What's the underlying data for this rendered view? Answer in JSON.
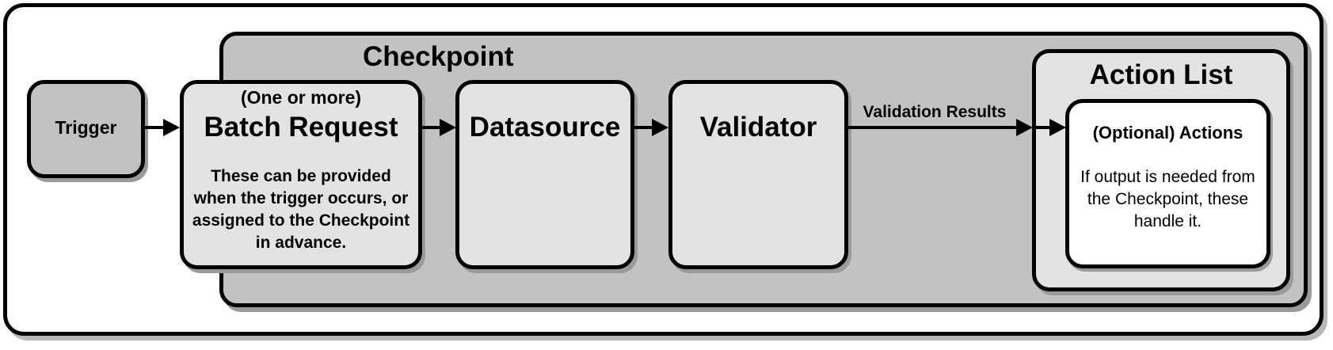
{
  "trigger": {
    "label": "Trigger"
  },
  "checkpoint": {
    "title": "Checkpoint"
  },
  "batch_request": {
    "qualifier": "(One or more)",
    "title": "Batch Request",
    "description": "These can be provided when the trigger occurs, or assigned to the Checkpoint in advance."
  },
  "datasource": {
    "title": "Datasource"
  },
  "validator": {
    "title": "Validator"
  },
  "validation_results": {
    "label": "Validation Results"
  },
  "action_list": {
    "title": "Action List",
    "actions": {
      "title": "(Optional) Actions",
      "description": "If output is needed from the Checkpoint, these handle it."
    }
  }
}
